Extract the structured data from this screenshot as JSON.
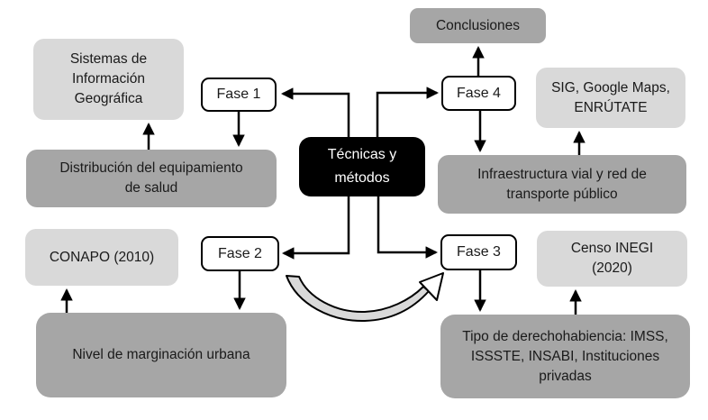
{
  "diagram": {
    "title_semantic": "Research phases flowchart: Técnicas y métodos",
    "colors": {
      "background": "#ffffff",
      "light_gray_node": "#d9d9d9",
      "dark_gray_node": "#a6a6a6",
      "center_node_bg": "#000000",
      "center_node_text": "#ffffff",
      "node_text": "#1a1a1a",
      "connector": "#000000"
    },
    "center": {
      "label": "Técnicas y\nmétodos"
    },
    "phases": {
      "fase1": {
        "label": "Fase 1"
      },
      "fase2": {
        "label": "Fase 2"
      },
      "fase3": {
        "label": "Fase 3"
      },
      "fase4": {
        "label": "Fase 4"
      }
    },
    "nodes": {
      "sistemas": {
        "label": "Sistemas de\nInformación\nGeográfica",
        "style": "light"
      },
      "distribucion": {
        "label": "Distribución del equipamiento\nde salud",
        "style": "dark"
      },
      "conapo": {
        "label": "CONAPO (2010)",
        "style": "light"
      },
      "nivel": {
        "label": "Nivel de marginación urbana",
        "style": "dark"
      },
      "conclusiones": {
        "label": "Conclusiones",
        "style": "dark"
      },
      "sig": {
        "label": "SIG, Google Maps,\nENRÚTATE",
        "style": "light"
      },
      "infraestructura": {
        "label": "Infraestructura vial y red de\ntransporte público",
        "style": "dark"
      },
      "censo": {
        "label": "Censo INEGI\n(2020)",
        "style": "light"
      },
      "tipo": {
        "label": "Tipo de derechohabiencia: IMSS,\nISSSTE, INSABI, Instituciones\nprivadas",
        "style": "dark"
      }
    },
    "connections": [
      "Técnicas y métodos -> Fase 1",
      "Técnicas y métodos -> Fase 2",
      "Técnicas y métodos -> Fase 3",
      "Técnicas y métodos -> Fase 4",
      "Fase 1 -> Distribución del equipamiento de salud",
      "Distribución del equipamiento de salud -> Sistemas de Información Geográfica",
      "Fase 2 -> Nivel de marginación urbana",
      "Nivel de marginación urbana -> CONAPO (2010)",
      "Fase 2 -> Fase 3 (curved arrow)",
      "Fase 3 -> Tipo de derechohabiencia",
      "Tipo de derechohabiencia -> Censo INEGI (2020)",
      "Fase 4 -> Conclusiones",
      "Fase 4 -> Infraestructura vial y red de transporte público",
      "Infraestructura vial y red de transporte público -> SIG, Google Maps, ENRÚTATE"
    ]
  }
}
